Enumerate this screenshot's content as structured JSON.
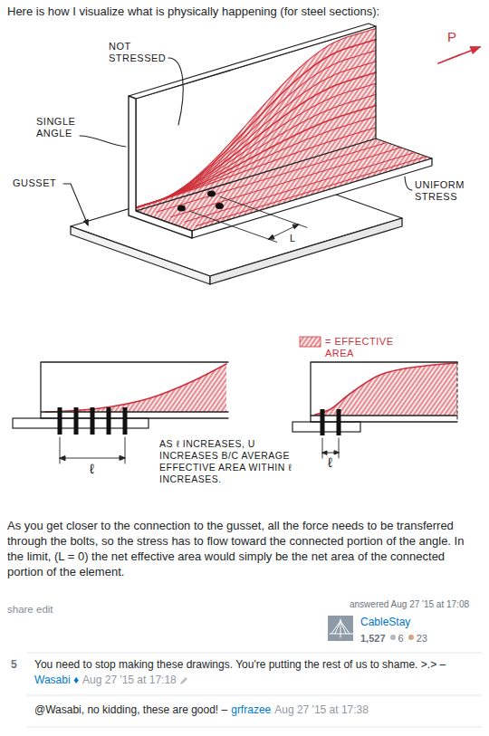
{
  "diagram": {
    "labels": [
      "Here is how I visualize what is physically happening (for steel sections):",
      "NOT STRESSED",
      "SINGLE ANGLE",
      "GUSSET",
      "P",
      "UNIFORM STRESS",
      "L",
      "ℓ",
      "AS ℓ INCREASES, U INCREASES B/C AVERAGE EFFECTIVE AREA WITHIN ℓ INCREASES.",
      "ℓ",
      "As you get closer to the connection to the gusset, all the force needs to be transferred through the bolts, so the stress has to flow toward the connected portion of the angle. In the limit, (L = 0) the net effective area would simply be the net area of the connected portion of the element.",
      "share",
      "edit",
      "answered Aug 27 '15 at 17:08",
      "CableStay",
      "1,527",
      "6",
      "23",
      "5",
      "You need to stop making these drawings. You're putting the rest of us to shame. >.> –",
      "Wasabi ♦",
      "Aug 27 '15 at 17:18",
      "@Wasabi, no kidding, these are good! –",
      "grfrazee",
      "Aug 27 '15 at 17:38"
    ],
    "legend": [
      {
        "text": "= EFFECTIVE AREA"
      }
    ]
  }
}
